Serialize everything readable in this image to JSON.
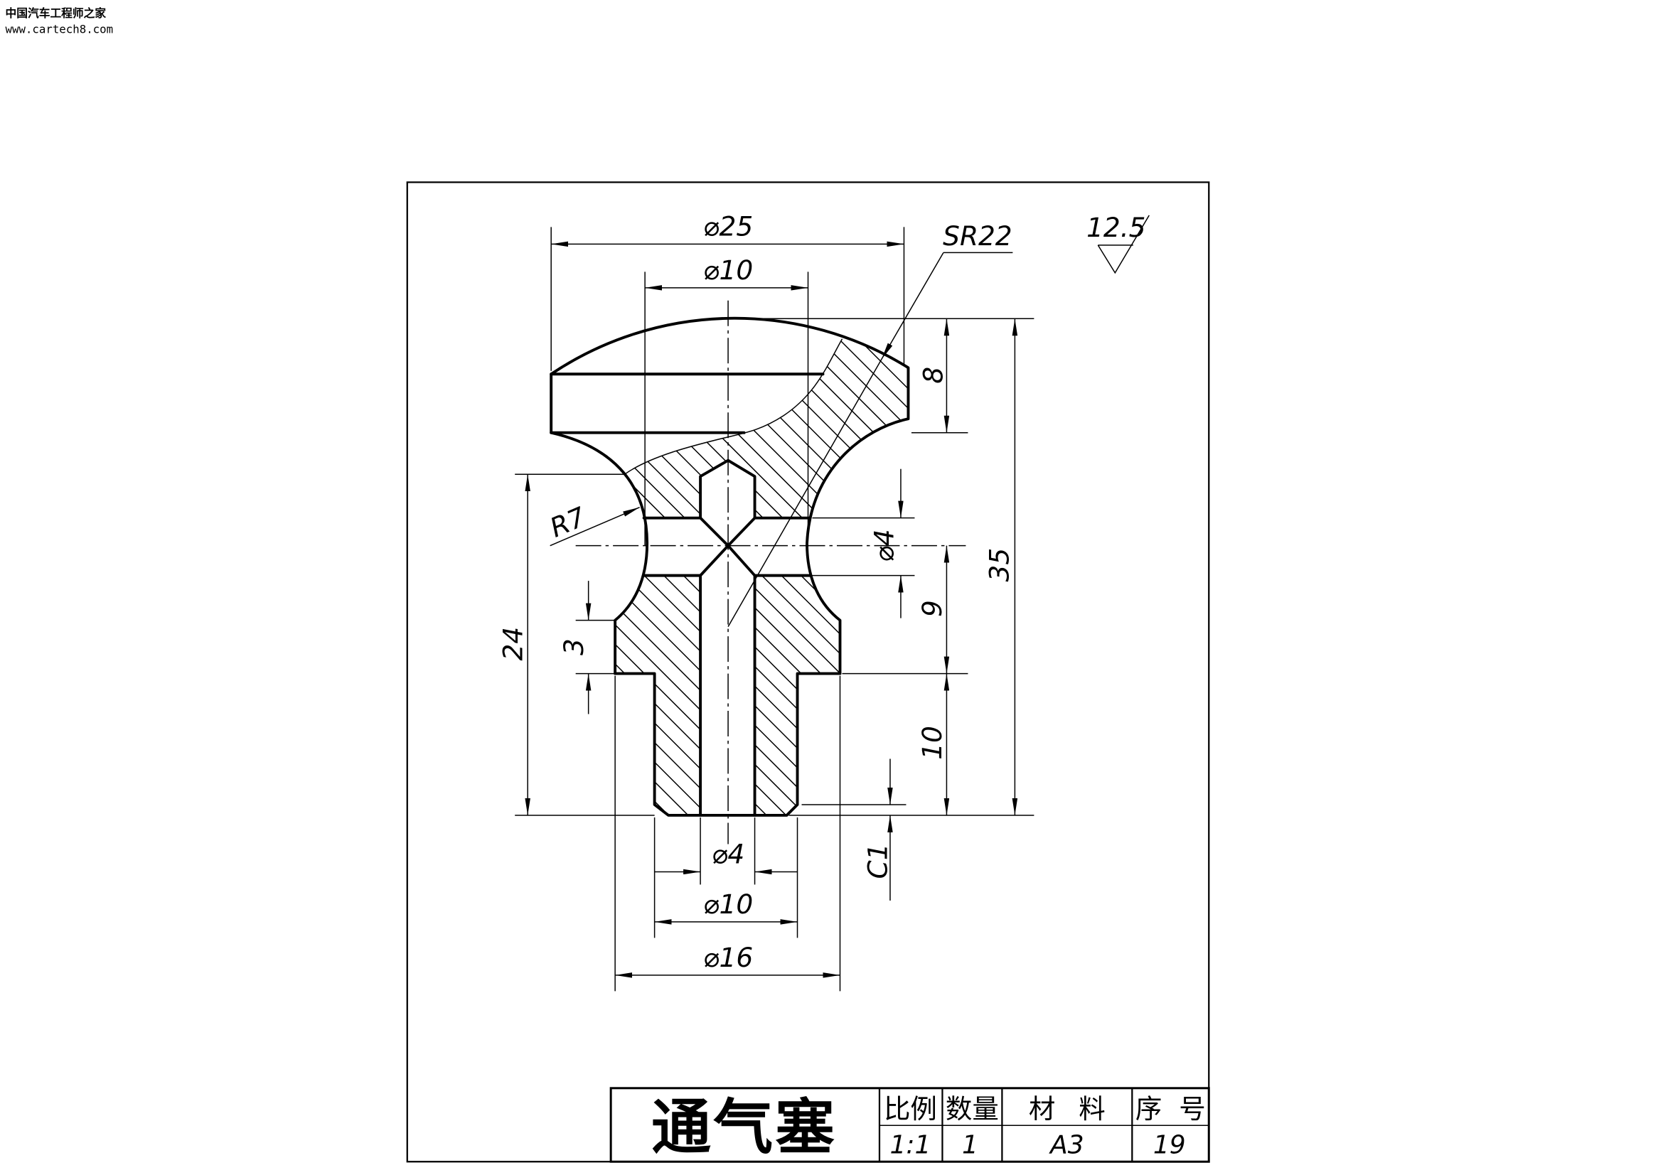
{
  "watermark": {
    "site_name": "中国汽车工程师之家",
    "url": "www.cartech8.com"
  },
  "drawing": {
    "surface_roughness": "12.5",
    "dimensions": {
      "head_diameter": "⌀25",
      "neck_diameter": "⌀10",
      "sphere_radius": "SR22",
      "head_height": "8",
      "overall_length": "35",
      "cross_hole_diameter": "⌀4",
      "center_to_shoulder": "9",
      "stem_length": "10",
      "chamfer": "C1",
      "neck_to_bottom": "24",
      "shoulder_height": "3",
      "neck_radius": "R7",
      "bore_diameter": "⌀4",
      "stem_diameter": "⌀10",
      "shoulder_diameter": "⌀16"
    }
  },
  "title_block": {
    "part_name": "通气塞",
    "headers": {
      "scale": "比例",
      "quantity": "数量",
      "material": "材 料",
      "item_no": "序 号"
    },
    "values": {
      "scale": "1:1",
      "quantity": "1",
      "material": "A3",
      "item_no": "19"
    }
  }
}
